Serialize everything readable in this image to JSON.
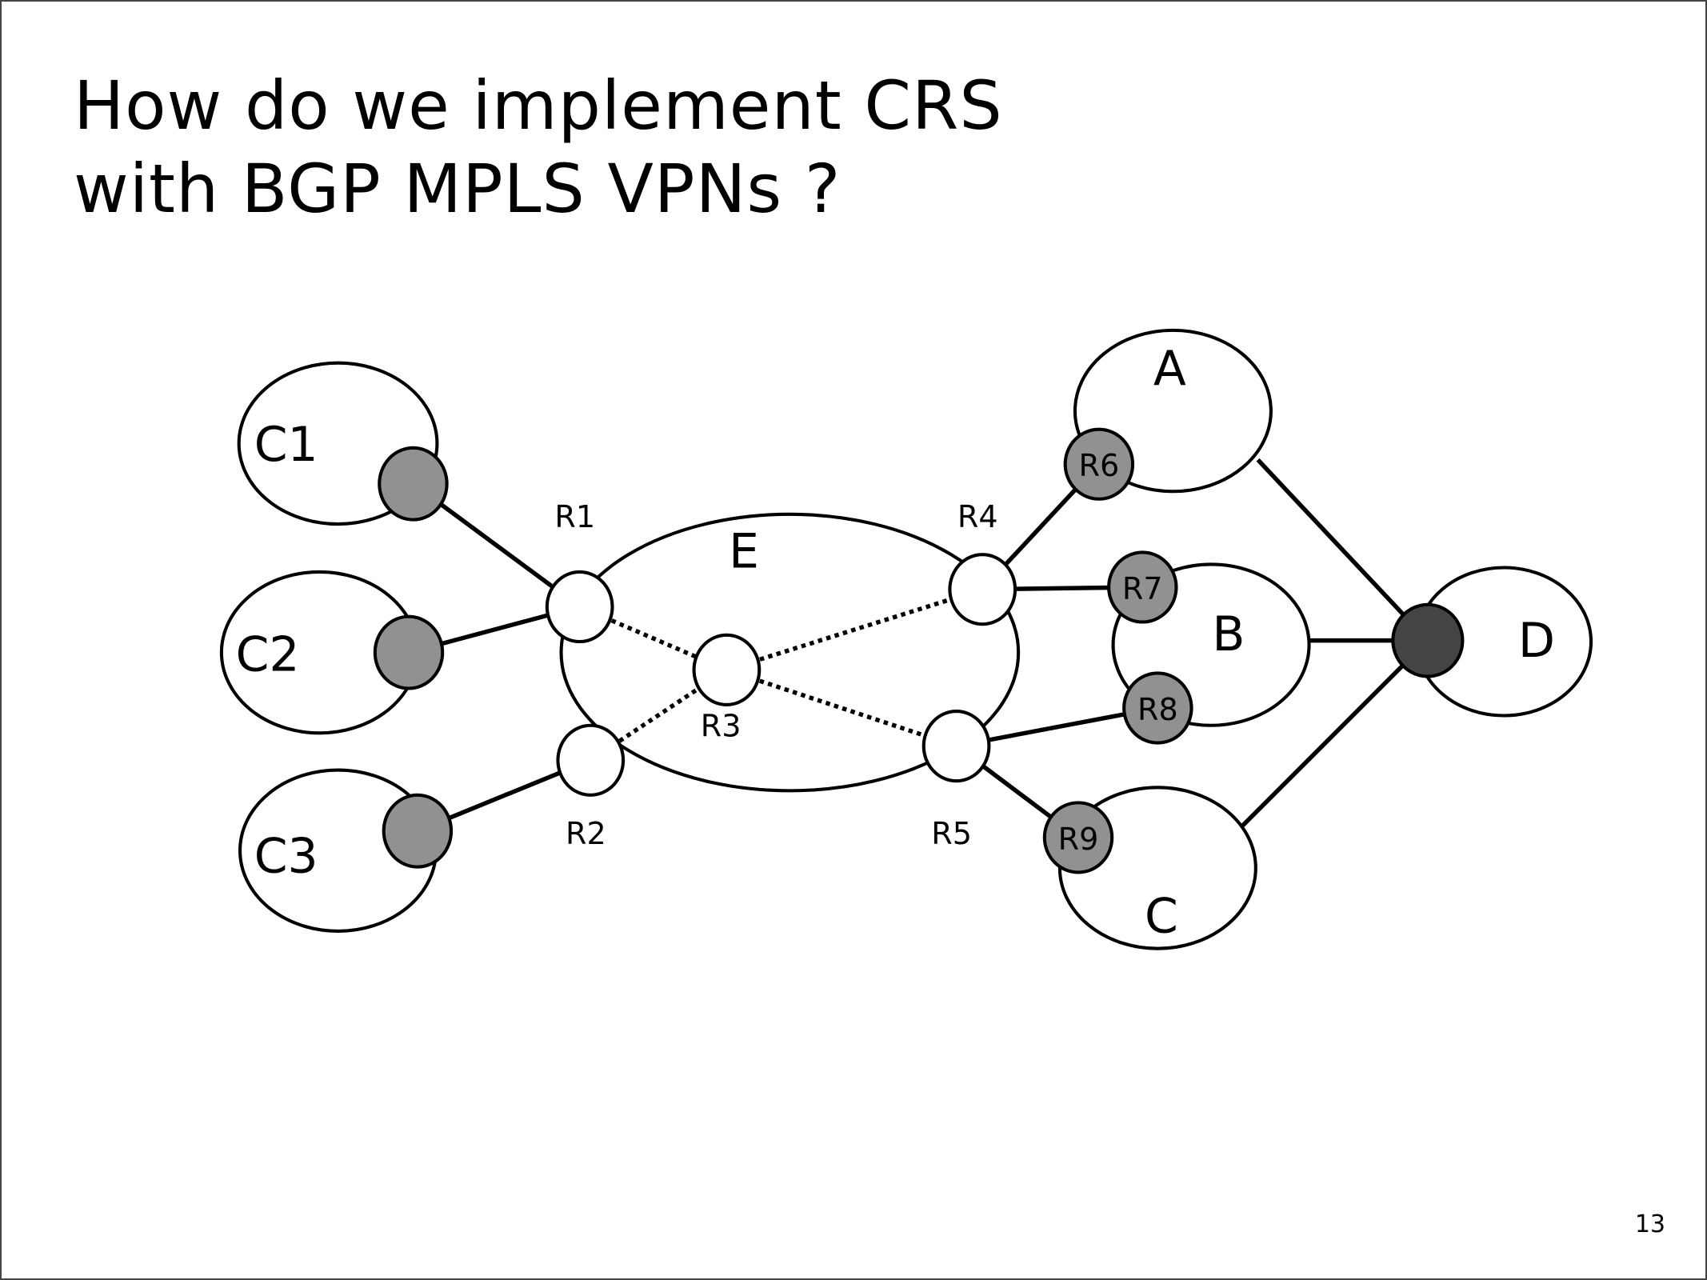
{
  "slide": {
    "title_lines": [
      "How do we implement CRS",
      "with BGP MPLS VPNs ?"
    ],
    "page_number": "13"
  },
  "diagram": {
    "colors": {
      "stroke": "#000000",
      "ce_router_fill": "#919191",
      "pe_router_fill": "#ffffff",
      "destination_router_fill": "#444444",
      "region_fill": "#ffffff"
    },
    "regions": {
      "C1": "C1",
      "C2": "C2",
      "C3": "C3",
      "E": "E",
      "A": "A",
      "B": "B",
      "C": "C",
      "D": "D"
    },
    "routers": {
      "R1": "R1",
      "R2": "R2",
      "R3": "R3",
      "R4": "R4",
      "R5": "R5",
      "R6": "R6",
      "R7": "R7",
      "R8": "R8",
      "R9": "R9"
    },
    "links": [
      {
        "from": "C1-node",
        "to": "R1",
        "style": "solid"
      },
      {
        "from": "C2-node",
        "to": "R1",
        "style": "solid"
      },
      {
        "from": "C3-node",
        "to": "R2",
        "style": "solid"
      },
      {
        "from": "R1",
        "to": "R3",
        "style": "dotted"
      },
      {
        "from": "R2",
        "to": "R3",
        "style": "dotted"
      },
      {
        "from": "R3",
        "to": "R4",
        "style": "dotted"
      },
      {
        "from": "R3",
        "to": "R5",
        "style": "dotted"
      },
      {
        "from": "R4",
        "to": "R6",
        "style": "solid"
      },
      {
        "from": "R4",
        "to": "R7",
        "style": "solid"
      },
      {
        "from": "R5",
        "to": "R8",
        "style": "solid"
      },
      {
        "from": "R5",
        "to": "R9",
        "style": "solid"
      },
      {
        "from": "A",
        "to": "D-node",
        "style": "solid"
      },
      {
        "from": "B",
        "to": "D-node",
        "style": "solid"
      },
      {
        "from": "C",
        "to": "D-node",
        "style": "solid"
      }
    ]
  }
}
